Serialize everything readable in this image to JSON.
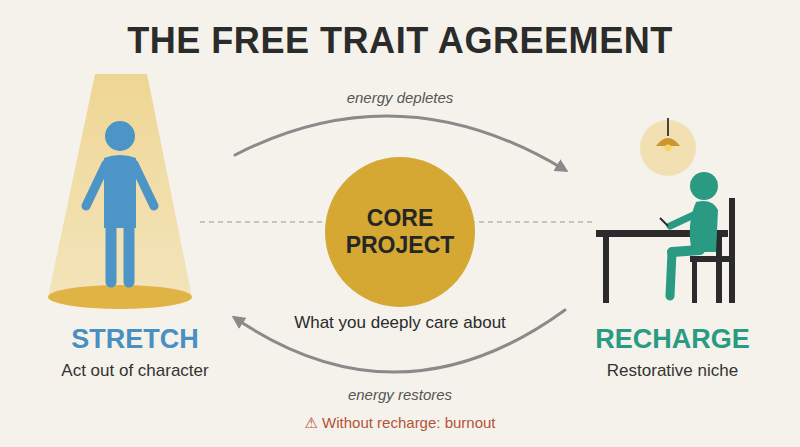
{
  "diagram": {
    "title": "THE FREE TRAIT AGREEMENT",
    "nodes": [
      {
        "text": [
          "STRETCH",
          "Act out of character"
        ]
      },
      {
        "text": [
          "CORE PROJECT",
          "What you deeply care about"
        ]
      },
      {
        "text": [
          "RECHARGE",
          "Restorative niche"
        ]
      }
    ],
    "edges": [
      {
        "from": 0,
        "to": 2,
        "label": "energy depletes",
        "arrow": "to"
      },
      {
        "from": 2,
        "to": 0,
        "label": "energy restores",
        "arrow": "to"
      }
    ],
    "labels": [
      "⚠ Without recharge: burnout"
    ]
  }
}
